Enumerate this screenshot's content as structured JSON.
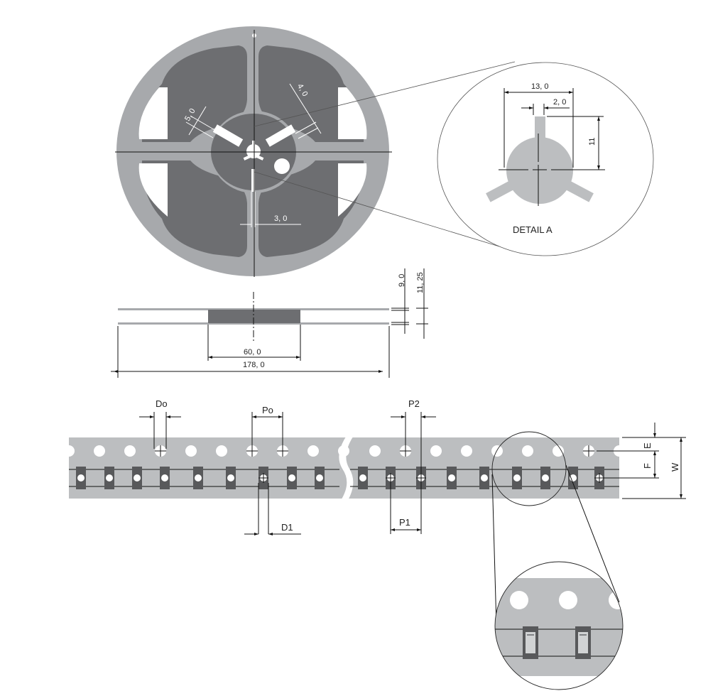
{
  "colors": {
    "reel_light": "#a7a9ac",
    "reel_dark": "#6d6e71",
    "tape": "#bcbec0",
    "pocket": "#58595b",
    "line": "#111111",
    "background": "#ffffff"
  },
  "reel_front": {
    "dims": {
      "slot_left": "5, 0",
      "slot_right": "4, 0",
      "slot_bottom": "3, 0"
    }
  },
  "detail_a": {
    "title": "DETAIL A",
    "dims": {
      "hub_width": "13, 0",
      "key_width": "2, 0",
      "key_height": "11"
    }
  },
  "reel_side": {
    "dims": {
      "inner_width": "9, 0",
      "outer_width": "11, 25",
      "hub_diameter": "60, 0",
      "reel_diameter": "178, 0"
    }
  },
  "tape": {
    "labels": {
      "sprocket_hole_diameter": "Do",
      "sprocket_pitch": "Po",
      "pocket_hole_diameter": "D1",
      "hole_to_pocket_pitch": "P2",
      "pocket_pitch": "P1",
      "edge_to_hole": "E",
      "hole_to_pocket_center": "F",
      "tape_width": "W"
    }
  }
}
